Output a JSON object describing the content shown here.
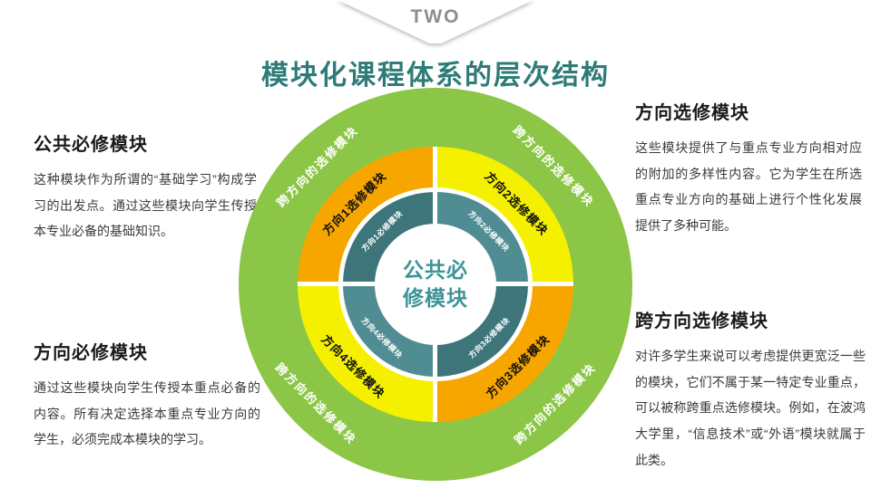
{
  "banner": {
    "label": "TWO"
  },
  "title": "模块化课程体系的层次结构",
  "blocks": {
    "top_left": {
      "heading": "公共必修模块",
      "body": "这种模块作为所谓的“基础学习”构成学习的出发点。通过这些模块向学生传授本专业必备的基础知识。"
    },
    "bottom_left": {
      "heading": "方向必修模块",
      "body": "通过这些模块向学生传授本重点必备的内容。所有决定选择本重点专业方向的学生，必须完成本模块的学习。"
    },
    "top_right": {
      "heading": "方向选修模块",
      "body": "这些模块提供了与重点专业方向相对应的附加的多样性内容。它为学生在所选重点专业方向的基础上进行个性化发展提供了多种可能。"
    },
    "bottom_right": {
      "heading": "跨方向选修模块",
      "body": "对许多学生来说可以考虑提供更宽泛一些的模块，它们不属于某一特定专业重点，可以被称跨重点选修模块。例如，在波鸿大学里，“信息技术”或“外语”模块就属于此类。"
    }
  },
  "diagram": {
    "center": {
      "line1": "公共必",
      "line2": "修模块"
    },
    "outer_ring_label": "跨方向的选修模块",
    "middle_ring": {
      "tl": "方向1选修模块",
      "tr": "方向2选修模块",
      "bl": "方向4选修模块",
      "br": "方向3选修模块"
    },
    "inner_ring": {
      "tl": "方向1必修模块",
      "tr": "方向2必修模块",
      "bl": "方向4必修模块",
      "br": "方向3必修模块"
    },
    "colors": {
      "outer_green": "#8cc646",
      "orange": "#f7a600",
      "yellow": "#f4f000",
      "teal_dark": "#3d757b",
      "teal_light": "#4f8d93",
      "center_text": "#3d9598",
      "title_text": "#2e7b78"
    }
  }
}
